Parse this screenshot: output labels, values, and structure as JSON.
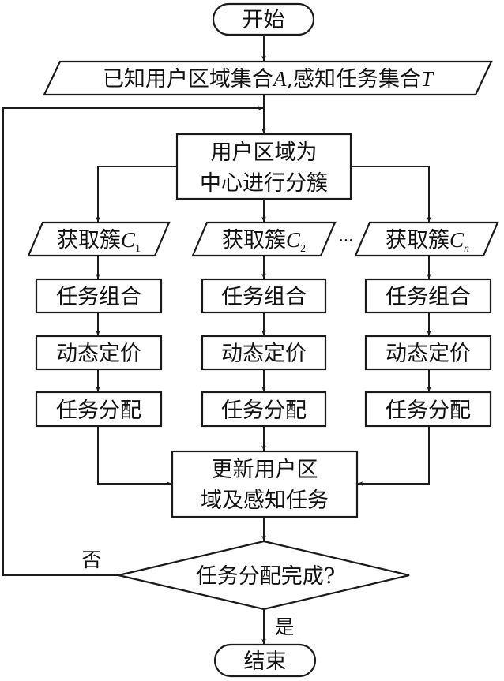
{
  "flowchart": {
    "start": "开始",
    "input": {
      "text": "已知用户区域集合",
      "var_a": "A",
      "sep": ",",
      "text2": "感知任务集合",
      "var_t": "T"
    },
    "cluster_step": {
      "line1": "用户区域为",
      "line2": "中心进行分簇"
    },
    "clusters": [
      {
        "label": "获取簇",
        "var": "C",
        "sub": "1"
      },
      {
        "label": "获取簇",
        "var": "C",
        "sub": "2"
      },
      {
        "label": "获取簇",
        "var": "C",
        "sub": "n"
      }
    ],
    "ellipsis": "···",
    "column_steps": [
      "任务组合",
      "动态定价",
      "任务分配"
    ],
    "update_step": {
      "line1": "更新用户区",
      "line2": "域及感知任务"
    },
    "decision": "任务分配完成?",
    "no_label": "否",
    "yes_label": "是",
    "end": "结束"
  }
}
